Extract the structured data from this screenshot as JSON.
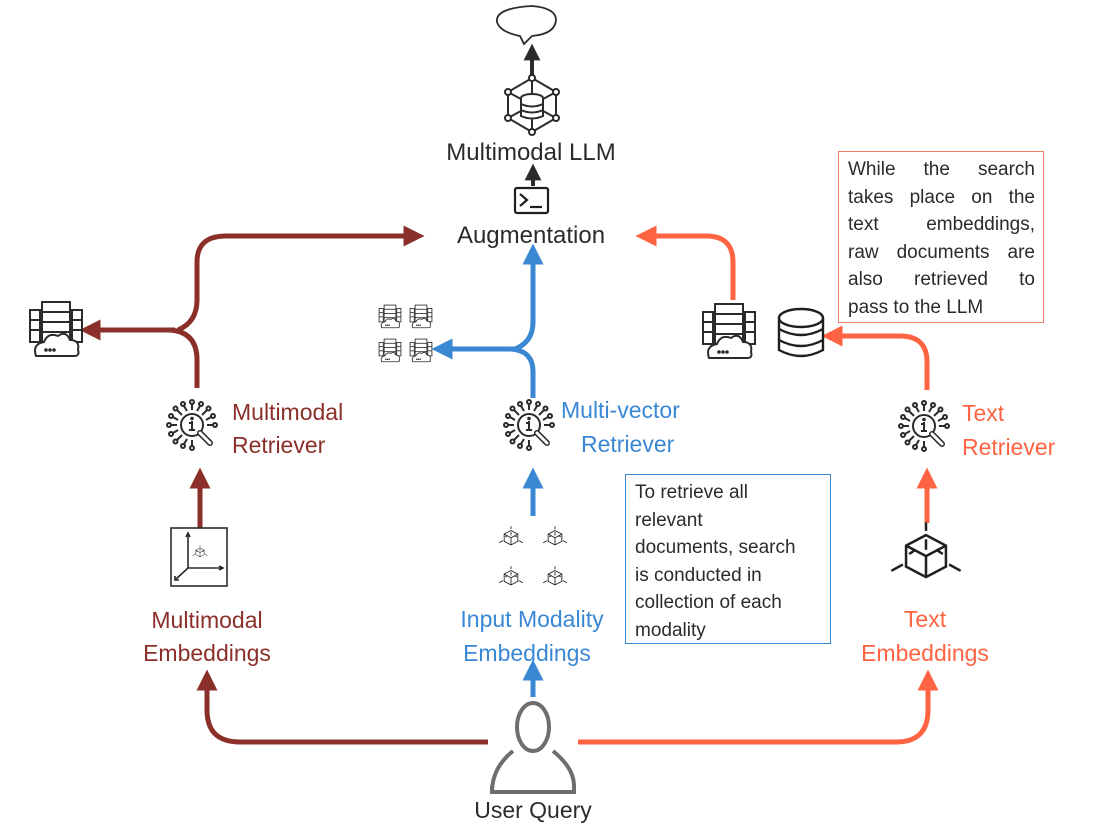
{
  "diagram": {
    "type": "multimodal-rag-pipeline",
    "colors": {
      "multimodal": "#8b2f2a",
      "multi_vector": "#3a87d4",
      "text": "#ff6442",
      "neutral": "#2b2b2b",
      "user_icon": "#6e6e6e"
    },
    "nodes": {
      "response": {
        "icon": "speech-bubble-icon"
      },
      "llm": {
        "label": "Multimodal LLM",
        "icon": "llm-network-database-icon"
      },
      "augmentation": {
        "label": "Augmentation",
        "icon": "terminal-prompt-icon"
      },
      "user_query": {
        "label": "User Query",
        "icon": "user-icon"
      },
      "multimodal_branch": {
        "retriever_line1": "Multimodal",
        "retriever_line2": "Retriever",
        "embeddings_line1": "Multimodal",
        "embeddings_line2": "Embeddings",
        "store_icon": "server-cloud-icon",
        "embedding_icon": "3d-axes-embedding-icon"
      },
      "multi_vector_branch": {
        "retriever_line1": "Multi-vector",
        "retriever_line2": "Retriever",
        "embeddings_line1": "Input Modality",
        "embeddings_line2": "Embeddings",
        "store_icon": "server-cloud-grid-icon",
        "embedding_icon": "cube-grid-icon"
      },
      "text_branch": {
        "retriever_line1": "Text",
        "retriever_line2": "Retriever",
        "embeddings_line1": "Text",
        "embeddings_line2": "Embeddings",
        "store_icon": "server-cloud-icon",
        "database_icon": "database-icon",
        "embedding_icon": "cube-icon"
      }
    },
    "notes": {
      "text_branch_note": [
        "While the search",
        "takes place on the",
        "text embeddings,",
        "raw documents are",
        "also retrieved to",
        "pass to the LLM"
      ],
      "multi_vector_note": [
        "To retrieve all",
        "relevant",
        "documents, search",
        "is conducted in",
        "collection of each",
        "modality"
      ]
    },
    "edges": [
      {
        "from": "User Query",
        "to": "Multimodal Embeddings",
        "color": "multimodal"
      },
      {
        "from": "User Query",
        "to": "Input Modality Embeddings",
        "color": "multi_vector"
      },
      {
        "from": "User Query",
        "to": "Text Embeddings",
        "color": "text"
      },
      {
        "from": "Multimodal Embeddings",
        "to": "Multimodal Retriever",
        "color": "multimodal"
      },
      {
        "from": "Input Modality Embeddings",
        "to": "Multi-vector Retriever",
        "color": "multi_vector"
      },
      {
        "from": "Text Embeddings",
        "to": "Text Retriever",
        "color": "text"
      },
      {
        "from": "Multimodal Retriever",
        "to": "Multimodal store",
        "color": "multimodal"
      },
      {
        "from": "Multimodal Retriever",
        "to": "Augmentation",
        "color": "multimodal"
      },
      {
        "from": "Multi-vector Retriever",
        "to": "Multi-vector stores",
        "color": "multi_vector"
      },
      {
        "from": "Multi-vector Retriever",
        "to": "Augmentation",
        "color": "multi_vector"
      },
      {
        "from": "Text Retriever",
        "to": "Text database",
        "color": "text"
      },
      {
        "from": "Text store",
        "to": "Augmentation",
        "color": "text"
      },
      {
        "from": "Augmentation",
        "to": "Multimodal LLM",
        "color": "neutral"
      },
      {
        "from": "Multimodal LLM",
        "to": "Response",
        "color": "neutral"
      }
    ]
  }
}
